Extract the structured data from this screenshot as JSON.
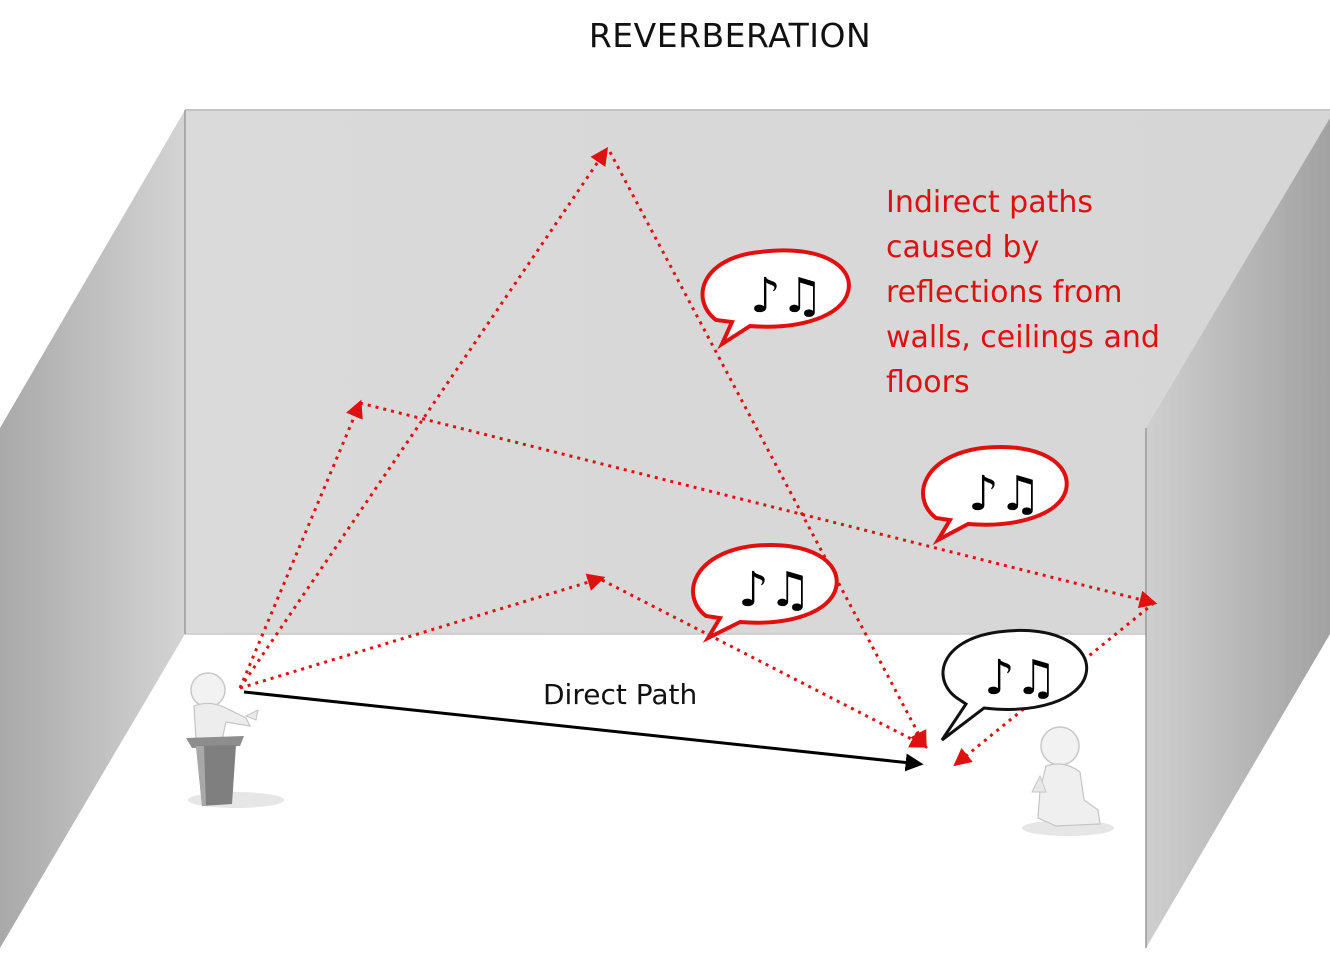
{
  "title": "REVERBERATION",
  "annotation": {
    "lines": [
      "Indirect paths",
      "caused by",
      "reflections from",
      "walls, ceilings and",
      "floors"
    ]
  },
  "direct_path_label": "Direct Path",
  "colors": {
    "indirect": "#e01010",
    "direct": "#000000",
    "back_wall": "#dcdcdc",
    "side_wall": "#b8b8b8"
  },
  "icons": {
    "note": "music-notes-icon",
    "speaker": "speaker-figure-icon",
    "listener": "listener-figure-icon"
  }
}
